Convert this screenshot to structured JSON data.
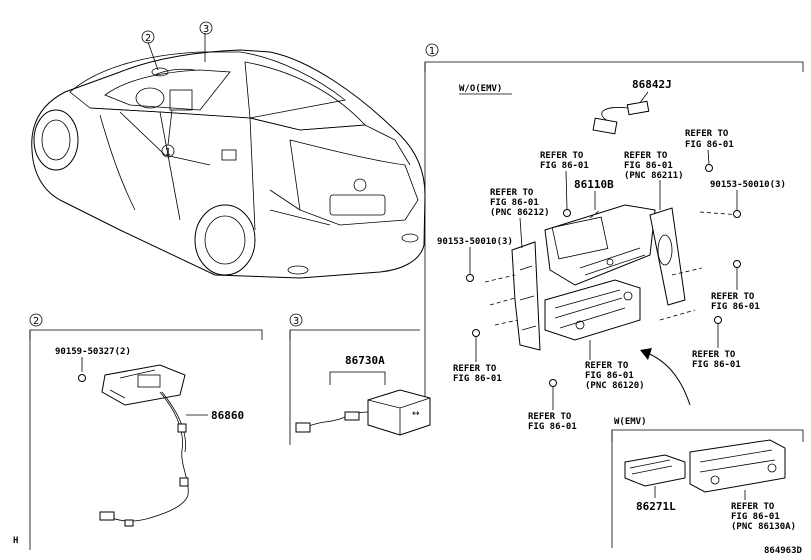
{
  "callouts": {
    "c1": "1",
    "c2": "2",
    "c3": "3"
  },
  "section1": {
    "variant_without": "W/O(EMV)",
    "p86842J": "86842J",
    "p86110B": "86110B",
    "refer_top_right": [
      "REFER TO",
      "FIG 86-01"
    ],
    "refer_86211": [
      "REFER TO",
      "FIG 86-01",
      "(PNC 86211)"
    ],
    "refer_86212": [
      "REFER TO",
      "FIG 86-01",
      "(PNC 86212)"
    ],
    "refer_top_center": [
      "REFER TO",
      "FIG 86-01"
    ],
    "bolt_right": "90153-50010(3)",
    "bolt_left": "90153-50010(3)",
    "refer_right_mid": [
      "REFER TO",
      "FIG 86-01"
    ],
    "refer_right_low": [
      "REFER TO",
      "FIG 86-01"
    ],
    "refer_left_low": [
      "REFER TO",
      "FIG 86-01"
    ],
    "refer_86120": [
      "REFER TO",
      "FIG 86-01",
      "(PNC 86120)"
    ],
    "refer_bottom": [
      "REFER TO",
      "FIG 86-01"
    ],
    "variant_with": "W(EMV)",
    "p86271L": "86271L",
    "refer_86130A": [
      "REFER TO",
      "FIG 86-01",
      "(PNC 86130A)"
    ]
  },
  "section2": {
    "bolt": "90159-50327(2)",
    "p86860": "86860"
  },
  "section3": {
    "p86730A": "86730A"
  },
  "corner_left": "H",
  "figure_id": "864963D"
}
